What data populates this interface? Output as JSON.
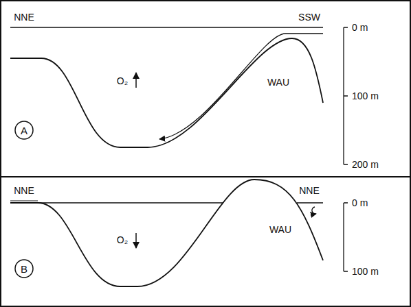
{
  "diagram": {
    "nodes": [
      {
        "text": [
          "A"
        ]
      },
      {
        "text": [
          "B"
        ]
      }
    ],
    "labels": [
      "NNE",
      "SSW",
      "0 m",
      "100 m",
      "200 m",
      "O₂",
      "WAU",
      "NNE",
      "NNE",
      "0 m",
      "100 m",
      "WAU",
      "O₂"
    ]
  }
}
